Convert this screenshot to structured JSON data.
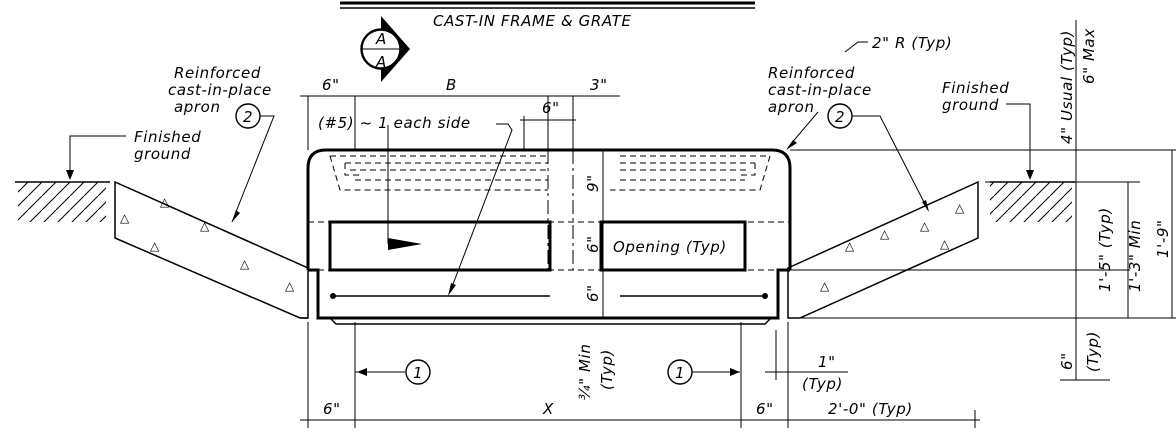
{
  "title": "CAST-IN FRAME & GRATE",
  "section_marker": {
    "top": "A",
    "bottom": "A"
  },
  "labels": {
    "radius": "2\" R (Typ)",
    "apron_left": [
      "Reinforced",
      "cast-in-place",
      "apron"
    ],
    "apron_right": [
      "Reinforced",
      "cast-in-place",
      "apron"
    ],
    "ground_left": [
      "Finished",
      "ground"
    ],
    "ground_right": [
      "Finished",
      "ground"
    ],
    "bar": "(#5) ~ 1 each side",
    "opening": "Opening (Typ)",
    "callout_1": "1",
    "callout_2": "2"
  },
  "dims": {
    "top_6": "6\"",
    "top_B": "B",
    "top_3": "3\"",
    "top_inner_6": "6\"",
    "vert_9": "9\"",
    "vert_6_opening": "6\"",
    "vert_6_bottom": "6\"",
    "min_34": "¾\" Min",
    "min_34_typ": "(Typ)",
    "bot_6_left": "6\"",
    "bot_X": "X",
    "bot_6_right": "6\"",
    "bot_2ft": "2'-0\" (Typ)",
    "one_inch": "1\"",
    "one_inch_typ": "(Typ)",
    "right_4_usual": "4\" Usual (Typ)",
    "right_6_max": "6\" Max",
    "right_1_5": "1'-5\" (Typ)",
    "right_1_3": "1'-3\" Min",
    "right_1_9": "1'-9\"",
    "right_6": "6\"",
    "right_6_typ": "(Typ)"
  }
}
